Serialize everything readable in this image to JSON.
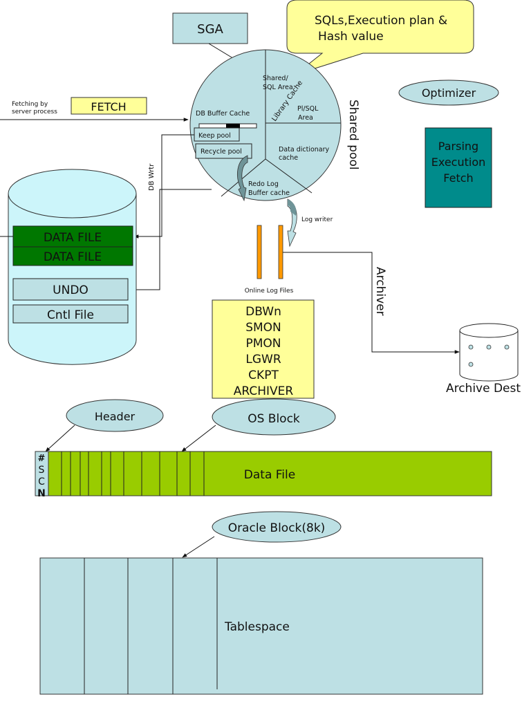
{
  "title": "Oracle Database Architecture",
  "colors": {
    "light_blue": "#bde0e4",
    "cylinder_fill": "#ccf5fa",
    "callout_yellow": "#ffff99",
    "data_file_green": "#007700",
    "teal": "#008b8b",
    "orange": "#ff9900",
    "lime": "#99cc00"
  },
  "sga": {
    "label": "SGA"
  },
  "callout": {
    "line1": "SQLs,Execution plan &",
    "line2": "Hash value"
  },
  "fetch": {
    "caption_line1": "Fetching by",
    "caption_line2": "server process",
    "label": "FETCH"
  },
  "sga_circle": {
    "shared_sql_line1": "Shared/",
    "shared_sql_line2": "SQL Area",
    "library_cache": "Library Cache",
    "plsql_line1": "Pl/SQL",
    "plsql_line2": "Area",
    "db_buffer_cache": "DB Buffer Cache",
    "keep_pool": "Keep pool",
    "recycle_pool": "Recycle pool",
    "data_dict_line1": "Data dictionary",
    "data_dict_line2": "cache",
    "redo_line1": "Redo Log",
    "redo_line2": "Buffer cache"
  },
  "shared_pool_label": "Shared pool",
  "optimizer": "Optimizer",
  "teal_box": {
    "lines": [
      "Parsing",
      "Execution",
      "Fetch"
    ]
  },
  "db_writer_label": "DB Wrtr",
  "database": {
    "data_files": [
      "DATA FILE",
      "DATA FILE"
    ],
    "undo": "UNDO",
    "control_file": "Cntl File"
  },
  "log_writer_label": "Log writer",
  "online_log_files_label": "Online Log Files",
  "background_processes": [
    "DBWn",
    "SMON",
    "PMON",
    "LGWR",
    "CKPT",
    "ARCHIVER"
  ],
  "archiver_label": "Archiver",
  "archive_dest_label": "Archive Dest",
  "header_label": "Header",
  "os_block_label": "OS Block",
  "scn_chars": [
    "#",
    "S",
    "C",
    "N"
  ],
  "data_file_bar_label": "Data File",
  "oracle_block_label": "Oracle Block(8k)",
  "tablespace_label": "Tablespace"
}
